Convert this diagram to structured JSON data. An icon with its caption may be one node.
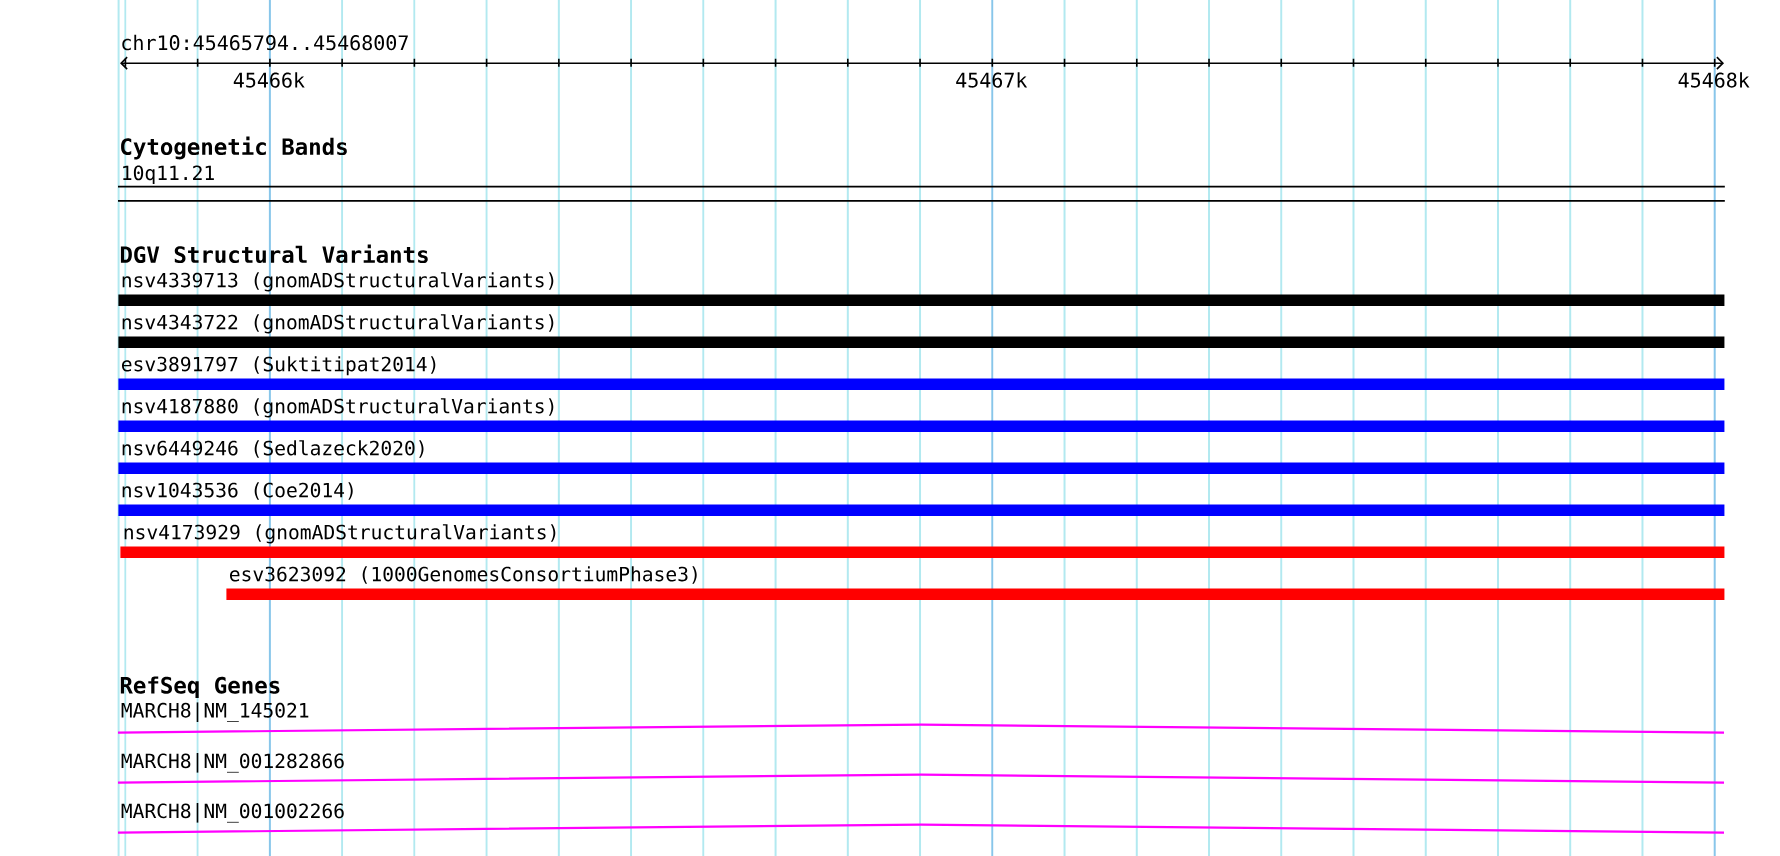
{
  "diagram": {
    "nodes": [
      {
        "text": [
          "10q11.21"
        ]
      },
      {
        "text": [
          "nsv4339713 (gnomADStructuralVariants)"
        ]
      },
      {
        "text": [
          "nsv4343722 (gnomADStructuralVariants)"
        ]
      },
      {
        "text": [
          "esv3891797 (Suktitipat2014)"
        ]
      },
      {
        "text": [
          "nsv4187880 (gnomADStructuralVariants)"
        ]
      },
      {
        "text": [
          "nsv6449246 (Sedlazeck2020)"
        ]
      },
      {
        "text": [
          "nsv1043536 (Coe2014)"
        ]
      },
      {
        "text": [
          "nsv4173929 (gnomADStructuralVariants)"
        ]
      },
      {
        "text": [
          "esv3623092 (1000GenomesConsortiumPhase3)"
        ]
      },
      {
        "text": [
          "MARCH8|NM_145021"
        ]
      },
      {
        "text": [
          "MARCH8|NM_001282866"
        ]
      },
      {
        "text": [
          "MARCH8|NM_001002266"
        ]
      }
    ],
    "labels": [
      "chr10:45465794..45468007",
      "45466k",
      "45467k",
      "45468k",
      "Cytogenetic Bands",
      "DGV Structural Variants",
      "RefSeq Genes"
    ]
  }
}
